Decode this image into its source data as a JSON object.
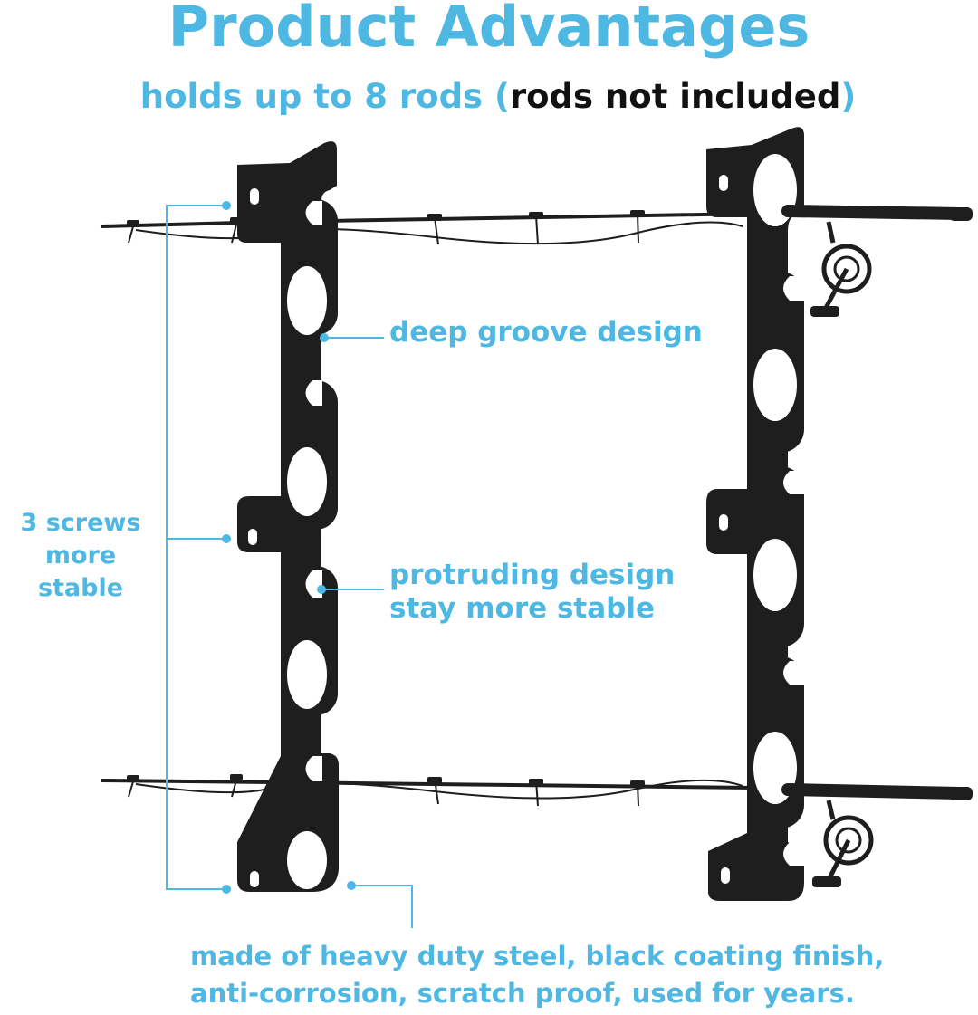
{
  "heading": {
    "title": "Product Advantages",
    "subtitle_prefix": "holds up to 8 rods (",
    "subtitle_dark": "rods not included",
    "subtitle_suffix": ")"
  },
  "callouts": {
    "groove": "deep groove design",
    "protruding_line1": "protruding design",
    "protruding_line2": "stay more stable",
    "screws_line1": "3 screws",
    "screws_line2": "more stable",
    "material_line1": "made of heavy duty steel, black coating finish,",
    "material_line2": "anti-corrosion, scratch proof, used for years."
  },
  "colors": {
    "accent": "#4fb8e2",
    "text_dark": "#111111",
    "steel": "#1e1e1e"
  }
}
